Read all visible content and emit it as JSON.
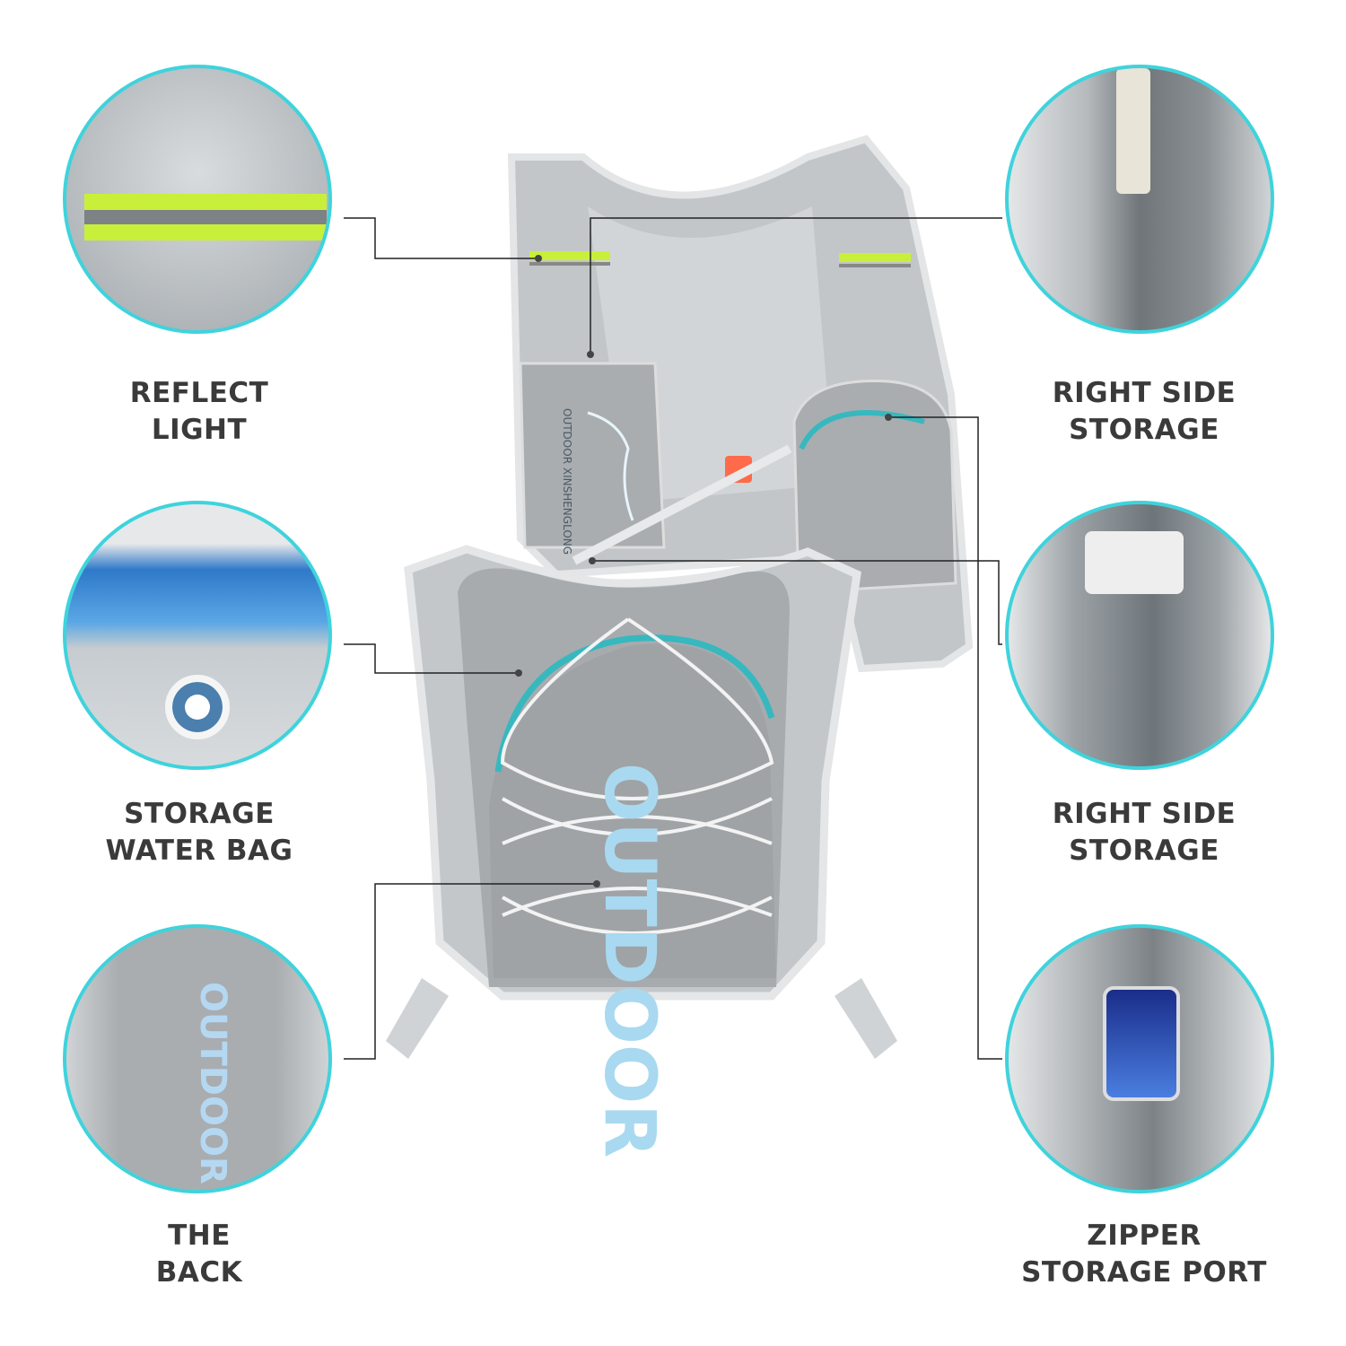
{
  "features": [
    {
      "label_line1": "REFLECT",
      "label_line2": "LIGHT"
    },
    {
      "label_line1": "STORAGE",
      "label_line2": "WATER BAG"
    },
    {
      "label_line1": "THE",
      "label_line2": "BACK"
    },
    {
      "label_line1": "RIGHT SIDE",
      "label_line2": "STORAGE"
    },
    {
      "label_line1": "RIGHT SIDE",
      "label_line2": "STORAGE"
    },
    {
      "label_line1": "ZIPPER",
      "label_line2": "STORAGE PORT"
    }
  ],
  "product": {
    "print_text": "OUTDOOR",
    "pocket_text": "OUTDOOR XINSHENGLONG"
  },
  "colors": {
    "ring": "#3fd3dc",
    "vest": "#b9bdc0",
    "reflective": "#c8f03a",
    "zipper": "#37b8bf"
  }
}
